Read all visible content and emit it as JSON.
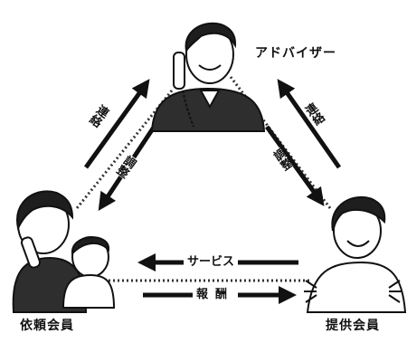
{
  "roles": {
    "advisor": "アドバイザー",
    "requester": "依頼会員",
    "provider": "提供会員"
  },
  "flows": {
    "left_up": "連絡",
    "left_down": "調整",
    "right_up": "連絡",
    "right_down": "調整",
    "bottom_left": "サービス",
    "bottom_right": "報酬"
  },
  "colors": {
    "ink": "#111111",
    "suit": "#2e2e2e",
    "hair": "#1e1e1e",
    "skin": "#ffffff",
    "dots": "#333333"
  }
}
